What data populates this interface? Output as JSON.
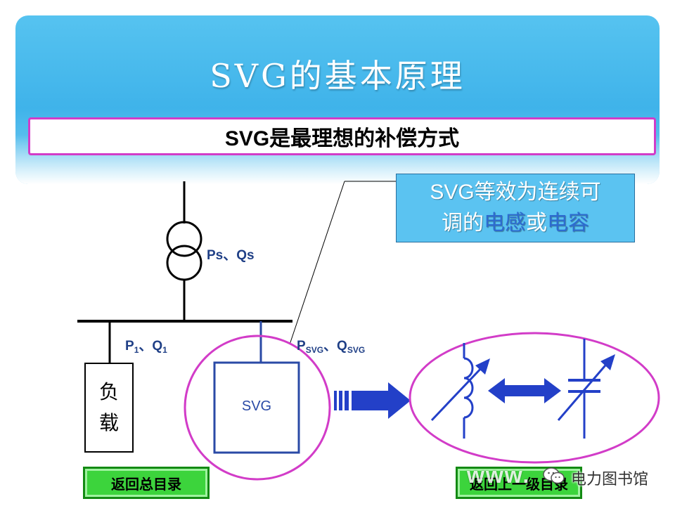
{
  "slide": {
    "title": "SVG的基本原理",
    "subtitle": "SVG是最理想的补偿方式"
  },
  "callout": {
    "line1": "SVG等效为连续可",
    "line2_a": "调的",
    "line2_b": "电感",
    "line2_c": "或",
    "line2_d": "电容"
  },
  "diagram": {
    "source_label": "Ps、Qs",
    "load_flow": {
      "p": "P",
      "p_sub": "1",
      "sep": "、",
      "q": "Q",
      "q_sub": "1"
    },
    "svg_flow": {
      "p": "P",
      "p_sub": "SVG",
      "sep": "、",
      "q": "Q",
      "q_sub": "SVG"
    },
    "load_box": {
      "line1": "负",
      "line2": "载"
    },
    "svg_box_label": "SVG"
  },
  "buttons": {
    "back_main": "返回总目录",
    "back_prev": "返回上一级目录"
  },
  "watermark": {
    "url": "www.",
    "brand": "电力图书馆"
  },
  "colors": {
    "header": "#4fbcef",
    "frame": "#d23cc8",
    "arrow": "#2340c8",
    "button": "#3cd43c"
  }
}
